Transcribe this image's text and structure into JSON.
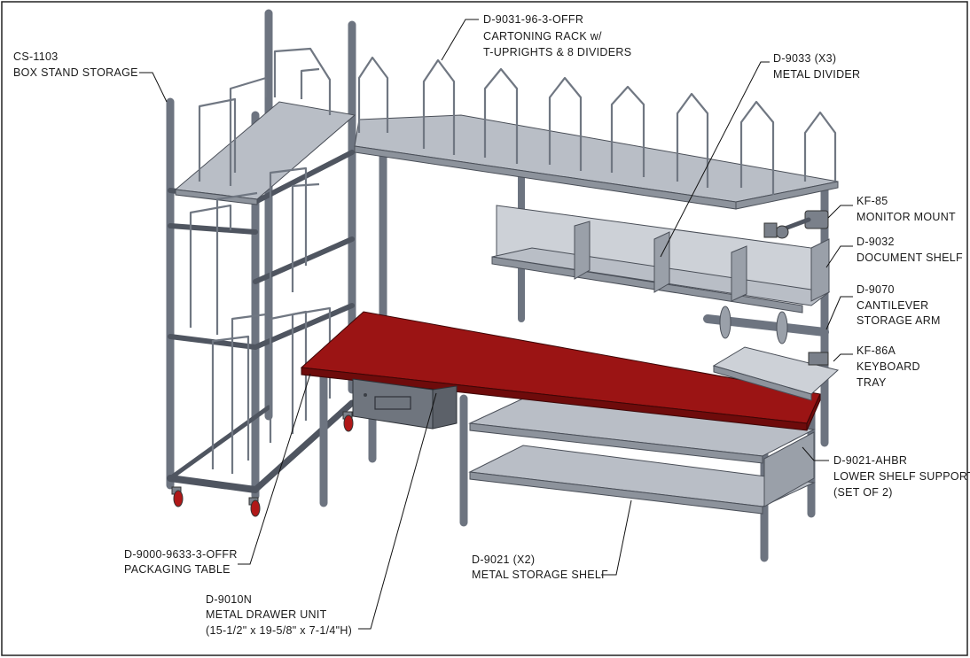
{
  "labels": {
    "cs1103": {
      "line1": "CS-1103",
      "line2": "BOX STAND STORAGE"
    },
    "d9031": {
      "line1": "D-9031-96-3-OFFR",
      "line2": "CARTONING RACK w/",
      "line3": "T-UPRIGHTS & 8 DIVIDERS"
    },
    "d9033": {
      "line1": "D-9033 (X3)",
      "line2": "METAL DIVIDER"
    },
    "kf85": {
      "line1": "KF-85",
      "line2": "MONITOR MOUNT"
    },
    "d9032": {
      "line1": "D-9032",
      "line2": "DOCUMENT SHELF"
    },
    "d9070": {
      "line1": "D-9070",
      "line2": "CANTILEVER",
      "line3": "STORAGE ARM"
    },
    "kf86a": {
      "line1": "KF-86A",
      "line2": "KEYBOARD",
      "line3": "TRAY"
    },
    "d9021ahbr": {
      "line1": "D-9021-AHBR",
      "line2": "LOWER SHELF SUPPORT",
      "line3": "(SET OF 2)"
    },
    "d9021": {
      "line1": "D-9021 (X2)",
      "line2": "METAL STORAGE SHELF"
    },
    "d9000": {
      "line1": "D-9000-9633-3-OFFR",
      "line2": "PACKAGING TABLE"
    },
    "d9010n": {
      "line1": "D-9010N",
      "line2": "METAL DRAWER UNIT",
      "line3": "(15-1/2\" x 19-5/8\" x 7-1/4\"H)"
    }
  },
  "colors": {
    "table_top": "#9b1414",
    "steel": "#b9bec6",
    "tube": "#6d7480",
    "wheel": "#b01818",
    "ink": "#1a1a1a"
  }
}
